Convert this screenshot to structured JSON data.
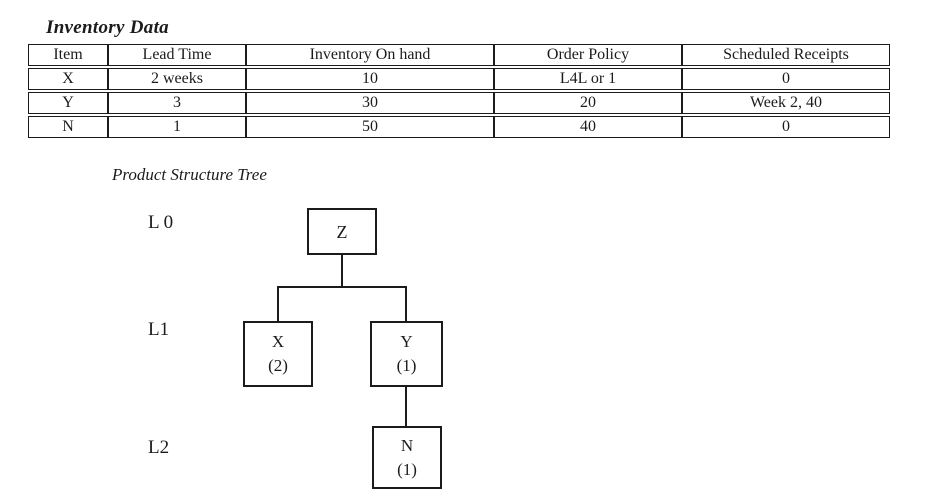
{
  "page": {
    "title": "Inventory Data",
    "tree_title": "Product Structure Tree"
  },
  "inventory_table": {
    "headers": [
      "Item",
      "Lead Time",
      "Inventory On hand",
      "Order Policy",
      "Scheduled Receipts"
    ],
    "rows": [
      [
        "X",
        "2 weeks",
        "10",
        "L4L or 1",
        "0"
      ],
      [
        "Y",
        "3",
        "30",
        "20",
        "Week 2, 40"
      ],
      [
        "N",
        "1",
        "50",
        "40",
        "0"
      ]
    ]
  },
  "tree": {
    "level_labels": [
      "L 0",
      "L1",
      "L2"
    ],
    "nodes": {
      "z": {
        "label": "Z",
        "qty": ""
      },
      "x": {
        "label": "X",
        "qty": "(2)"
      },
      "y": {
        "label": "Y",
        "qty": "(1)"
      },
      "n": {
        "label": "N",
        "qty": "(1)"
      }
    }
  },
  "colors": {
    "ink": "#1b1b1b",
    "background": "#ffffff"
  }
}
